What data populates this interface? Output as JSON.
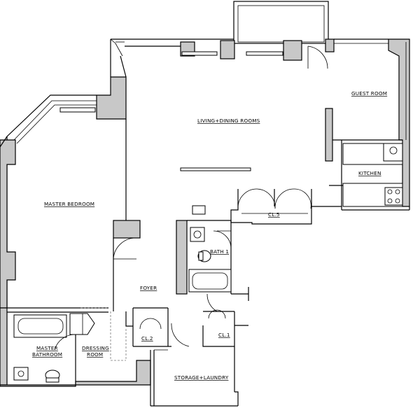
{
  "rooms": {
    "living_dining": "LIVING+DINING ROOMS",
    "guest_room": "GUEST ROOM",
    "kitchen": "KITCHEN",
    "master_bedroom": "MASTER BEDROOM",
    "closet_5": "CL.5",
    "bath_1": "BATH 1",
    "foyer": "FOYER",
    "closet_2": "CL.2",
    "closet_1": "CL.1",
    "master_bathroom_line1": "MASTER",
    "master_bathroom_line2": "BATHROOM",
    "dressing_line1": "DRESSING",
    "dressing_line2": "ROOM",
    "storage_laundry": "STORAGE+LAUNDRY"
  },
  "colors": {
    "wall_fill": "#c8c8c8",
    "line": "#000000",
    "background": "#ffffff"
  }
}
